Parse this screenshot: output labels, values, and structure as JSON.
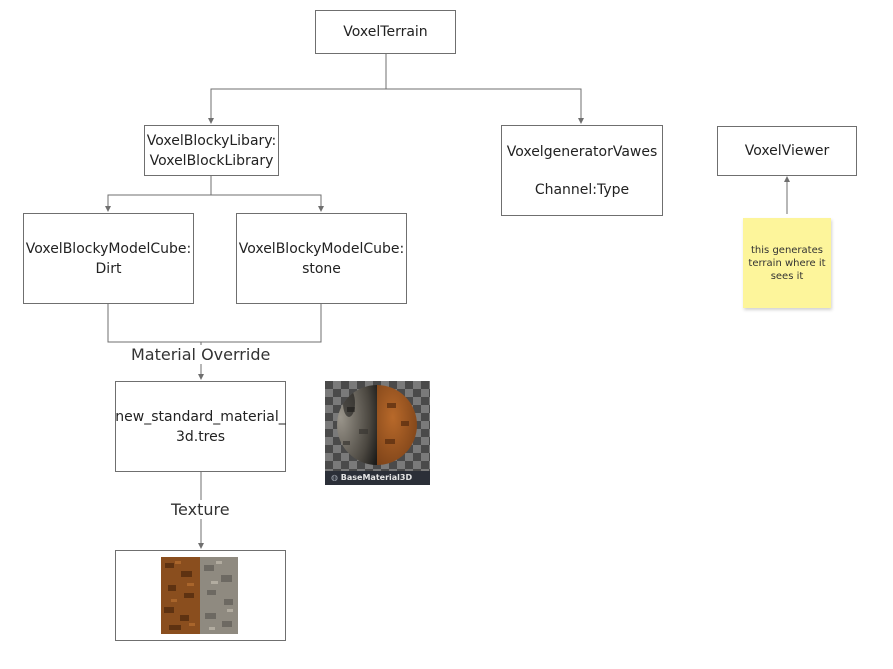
{
  "nodes": {
    "voxel_terrain": {
      "lines": [
        "VoxelTerrain"
      ]
    },
    "blocky_library": {
      "lines": [
        "VoxelBlockyLibary:",
        "VoxelBlockLibrary"
      ]
    },
    "generator": {
      "lines": [
        "VoxelgeneratorVawes",
        "Channel:Type"
      ]
    },
    "viewer": {
      "lines": [
        "VoxelViewer"
      ]
    },
    "cube_dirt": {
      "lines": [
        "VoxelBlockyModelCube:",
        "Dirt"
      ]
    },
    "cube_stone": {
      "lines": [
        "VoxelBlockyModelCube:",
        "stone"
      ]
    },
    "material": {
      "lines": [
        "new_standard_material_",
        "3d.tres"
      ]
    }
  },
  "edge_labels": {
    "material_override": "Material Override",
    "texture": "Texture"
  },
  "sticky_note": {
    "text": "this generates terrain where it sees it"
  },
  "material_preview": {
    "caption": "BaseMaterial3D"
  },
  "colors": {
    "line": "#6f6f6f",
    "sticky": "#fdf59b",
    "dirt": "#8a4e1e",
    "stone": "#8f8a80"
  }
}
